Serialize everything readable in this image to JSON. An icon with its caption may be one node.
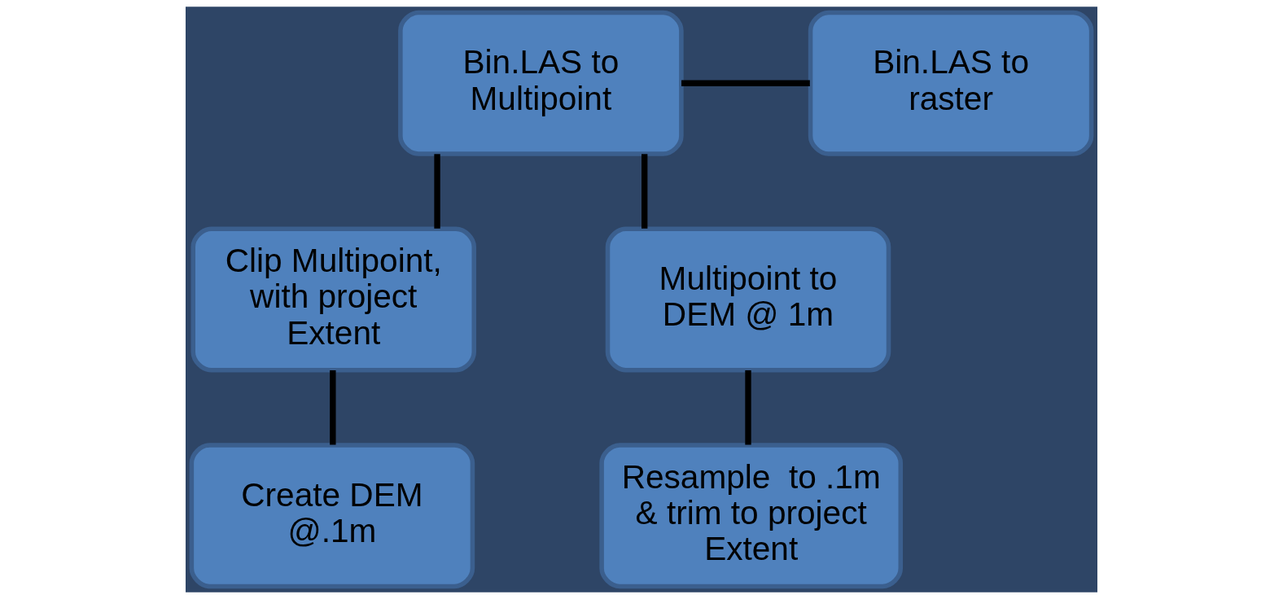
{
  "diagram": {
    "nodes": [
      {
        "text": [
          "Bin.LAS to Multipoint"
        ]
      },
      {
        "text": [
          "Bin.LAS to raster"
        ]
      },
      {
        "text": [
          "Clip Multipoint, with project Extent"
        ]
      },
      {
        "text": [
          "Multipoint to DEM @ 1m"
        ]
      },
      {
        "text": [
          "Create DEM @.1m"
        ]
      },
      {
        "text": [
          "Resample  to .1m & trim to project Extent"
        ]
      }
    ],
    "edges": [
      {
        "from": 0,
        "to": 1,
        "arrow": "none"
      },
      {
        "from": 0,
        "to": 2,
        "arrow": "none"
      },
      {
        "from": 0,
        "to": 3,
        "arrow": "none"
      },
      {
        "from": 2,
        "to": 4,
        "arrow": "none"
      },
      {
        "from": 3,
        "to": 5,
        "arrow": "none"
      }
    ]
  }
}
